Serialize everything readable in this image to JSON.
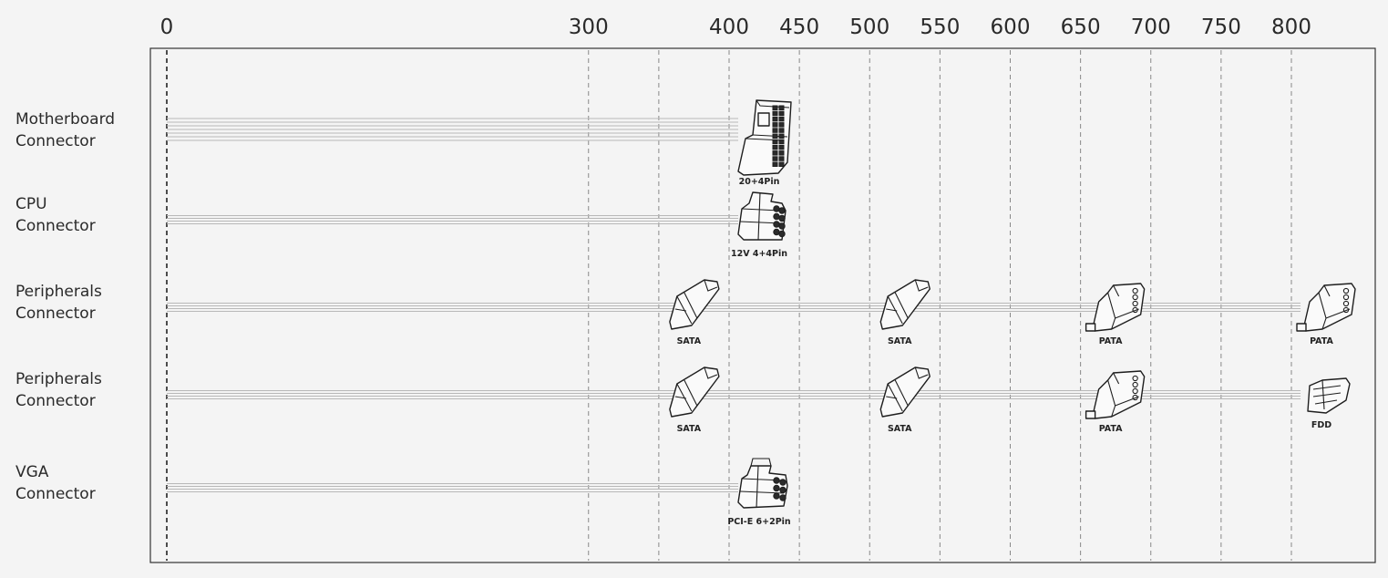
{
  "axis": {
    "ticks": [
      "0",
      "300",
      "400",
      "450",
      "500",
      "550",
      "600",
      "650",
      "700",
      "750",
      "800"
    ],
    "tick_values": [
      0,
      300,
      400,
      450,
      500,
      550,
      600,
      650,
      700,
      750,
      800
    ],
    "gridline_values": [
      300,
      350,
      400,
      450,
      500,
      550,
      600,
      650,
      700,
      750,
      800
    ]
  },
  "rows": [
    {
      "id": "motherboard",
      "label_lines": [
        "Motherboard",
        "Connector"
      ],
      "connectors": [
        {
          "position": 400,
          "type": "atx24",
          "label": "20+4Pin"
        }
      ]
    },
    {
      "id": "cpu",
      "label_lines": [
        "CPU",
        "Connector"
      ],
      "connectors": [
        {
          "position": 400,
          "type": "eps8",
          "label": "12V 4+4Pin"
        }
      ]
    },
    {
      "id": "peripherals-1",
      "label_lines": [
        "Peripherals",
        "Connector"
      ],
      "connectors": [
        {
          "position": 350,
          "type": "sata",
          "label": "SATA"
        },
        {
          "position": 500,
          "type": "sata",
          "label": "SATA"
        },
        {
          "position": 650,
          "type": "pata",
          "label": "PATA"
        },
        {
          "position": 800,
          "type": "pata",
          "label": "PATA"
        }
      ]
    },
    {
      "id": "peripherals-2",
      "label_lines": [
        "Peripherals",
        "Connector"
      ],
      "connectors": [
        {
          "position": 350,
          "type": "sata",
          "label": "SATA"
        },
        {
          "position": 500,
          "type": "sata",
          "label": "SATA"
        },
        {
          "position": 650,
          "type": "pata",
          "label": "PATA"
        },
        {
          "position": 800,
          "type": "fdd",
          "label": "FDD"
        }
      ]
    },
    {
      "id": "vga",
      "label_lines": [
        "VGA",
        "Connector"
      ],
      "connectors": [
        {
          "position": 400,
          "type": "pcie8",
          "label": "PCI-E 6+2Pin"
        }
      ]
    }
  ],
  "colors": {
    "background": "#f4f4f4",
    "frame": "#333333",
    "grid": "#888888",
    "cable": "#b8b8b8",
    "text": "#2a2a2a"
  }
}
